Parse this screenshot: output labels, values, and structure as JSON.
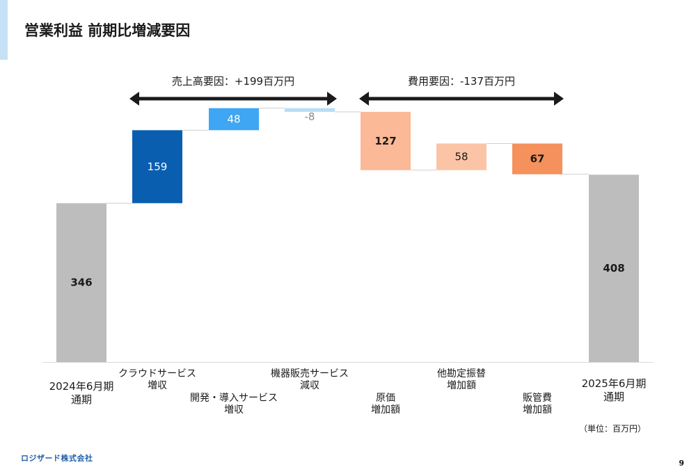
{
  "title": "営業利益 前期比増減要因",
  "revenue_bracket_label": "売上高要因：+199百万円",
  "cost_bracket_label": "費用要因：-137百万円",
  "unit_note": "（単位：百万円）",
  "company_logo": "ロジザード株式会社",
  "page_number": "9",
  "colors": {
    "total": "#bdbdbd",
    "revenue_increase_dark": "#0a5eb0",
    "revenue_increase_light": "#3ea6f2",
    "revenue_decrease": "#b9dcf6",
    "cost_light": "#fbb997",
    "cost_lighter": "#fbc4a6",
    "cost_dark": "#f5915c",
    "arrow": "#1a1a1a",
    "axis": "#d9d9d9"
  },
  "chart_data": {
    "type": "waterfall",
    "title": "営業利益 前期比増減要因",
    "unit": "百万円",
    "categories": [
      "2024年6月期\n通期",
      "クラウドサービス\n増収",
      "開発・導入サービス\n増収",
      "機器販売サービス\n減収",
      "原価\n増加額",
      "他勘定振替\n増加額",
      "販管費\n増加額",
      "2025年6月期\n通期"
    ],
    "values": [
      346,
      159,
      48,
      -8,
      -127,
      58,
      -67,
      408
    ],
    "bar_kinds": [
      "total",
      "delta",
      "delta",
      "delta",
      "delta",
      "delta",
      "delta",
      "total"
    ],
    "data_labels": [
      "346",
      "159",
      "48",
      "-8",
      "127",
      "58",
      "67",
      "408"
    ],
    "ylim": [
      0,
      560
    ],
    "groups": [
      {
        "label": "売上高要因：+199百万円",
        "from": 1,
        "to": 3
      },
      {
        "label": "費用要因：-137百万円",
        "from": 4,
        "to": 6
      }
    ]
  }
}
